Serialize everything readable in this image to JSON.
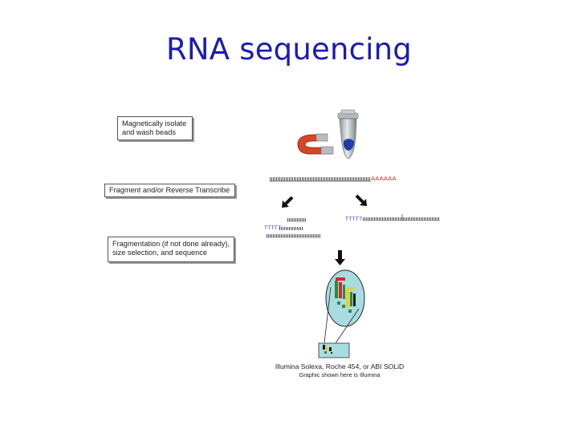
{
  "title": "RNA sequencing",
  "steps": [
    {
      "lines": [
        "Magnetically isolate",
        "and wash beads"
      ]
    },
    {
      "lines": [
        "Fragment and/or Reverse Transcribe"
      ]
    },
    {
      "lines": [
        "Fragmentation (if not done already),",
        "size selection, and sequence"
      ]
    }
  ],
  "sequences": {
    "poly_a": "AAAAAA",
    "poly_t_left": "TTTTT",
    "poly_t_right": "TTTTT"
  },
  "caption": {
    "line1": "Illumina Solexa, Roche 454, or ABI SOLiD",
    "line2": "Graphic shown here is Illumina"
  },
  "colors": {
    "title": "#1b1bb4",
    "magnet": "#d8432a",
    "poly_a": "#d42a2a",
    "poly_t": "#2a3fb8",
    "flowcell": "#a9dce0"
  }
}
